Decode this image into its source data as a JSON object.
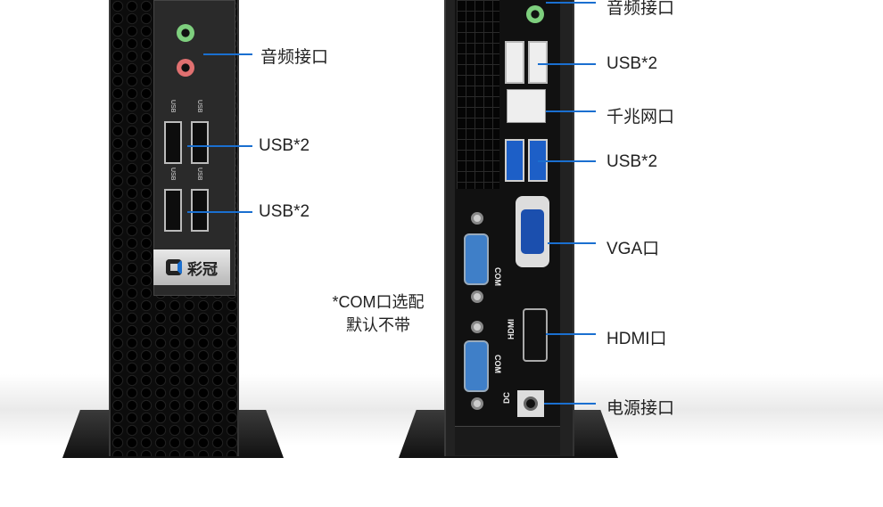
{
  "left_unit": {
    "brand_logo": "彩冠",
    "usb_port_label": "USB",
    "callouts": [
      "音频接口",
      "USB*2",
      "USB*2"
    ]
  },
  "right_unit": {
    "port_marks": {
      "com": "COM",
      "hdmi": "HDMI",
      "dc": "DC"
    },
    "callouts": [
      "音频接口",
      "USB*2",
      "千兆网口",
      "USB*2",
      "VGA口",
      "HDMI口",
      "电源接口"
    ]
  },
  "note": {
    "line1": "*COM口选配",
    "line2": "默认不带"
  },
  "colors": {
    "callout_line": "#1a6fd0",
    "usb3": "#1d5fc7"
  }
}
